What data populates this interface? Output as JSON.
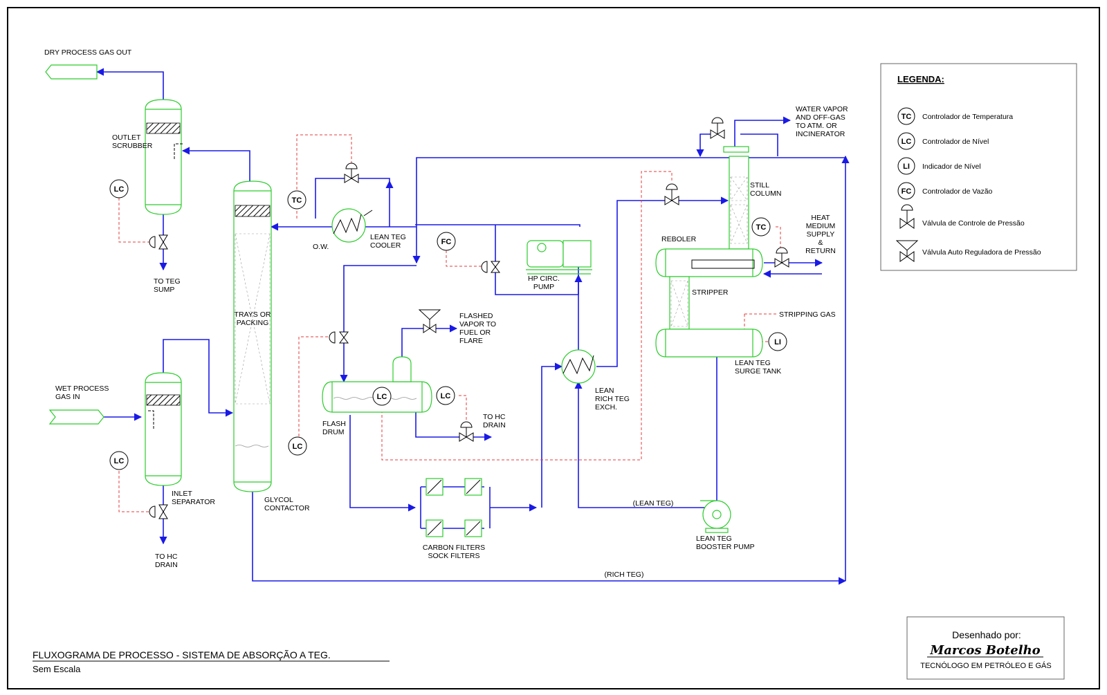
{
  "title": {
    "main": "FLUXOGRAMA DE PROCESSO  -  SISTEMA DE ABSORÇÃO A TEG.",
    "sub": "Sem Escala"
  },
  "signature": {
    "by": "Desenhado por:",
    "name": "Marcos Botelho",
    "role": "TECNÓLOGO EM PETRÓLEO E GÁS"
  },
  "legend": {
    "title": "LEGENDA:",
    "items": [
      {
        "tag": "TC",
        "text": "Controlador de Temperatura"
      },
      {
        "tag": "LC",
        "text": "Controlador de Nível"
      },
      {
        "tag": "LI",
        "text": "Indicador de Nível"
      },
      {
        "tag": "FC",
        "text": "Controlador de Vazão"
      },
      {
        "tag": "",
        "text": "Válvula de Controle de Pressão"
      },
      {
        "tag": "",
        "text": "Válvula Auto Reguladora de Pressão"
      }
    ]
  },
  "instruments": {
    "tc": "TC",
    "lc": "LC",
    "li": "LI",
    "fc": "FC"
  },
  "labels": {
    "dry_gas": "DRY PROCESS GAS OUT",
    "outlet_scrubber": [
      "OUTLET",
      "SCRUBBER"
    ],
    "to_teg_sump": [
      "TO TEG",
      "SUMP"
    ],
    "wet_gas": [
      "WET PROCESS",
      "GAS IN"
    ],
    "inlet_separator": [
      "INLET",
      "SEPARATOR"
    ],
    "to_hc_drain_1": [
      "TO HC",
      "DRAIN"
    ],
    "trays": [
      "TRAYS OR",
      "PACKING"
    ],
    "glycol_contactor": [
      "GLYCOL",
      "CONTACTOR"
    ],
    "ow": "O.W.",
    "lean_teg_cooler": [
      "LEAN TEG",
      "COOLER"
    ],
    "hp_pump": [
      "HP CIRC.",
      "PUMP"
    ],
    "flashed_vapor": [
      "FLASHED",
      "VAPOR TO",
      "FUEL OR",
      "FLARE"
    ],
    "flash_drum": [
      "FLASH",
      "DRUM"
    ],
    "to_hc_drain_2": [
      "TO HC",
      "DRAIN"
    ],
    "carbon_filters": [
      "CARBON FILTERS",
      "SOCK FILTERS"
    ],
    "exchanger": [
      "LEAN",
      "RICH TEG",
      "EXCH."
    ],
    "lean_teg_line": "(LEAN TEG)",
    "booster_pump": [
      "LEAN TEG",
      "BOOSTER PUMP"
    ],
    "rich_teg_line": "(RICH TEG)",
    "water_vapor": [
      "WATER VAPOR",
      "AND OFF-GAS",
      "TO ATM. OR",
      "INCINERATOR"
    ],
    "still_column": [
      "STILL",
      "COLUMN"
    ],
    "reboler": "REBOLER",
    "heat_medium": [
      "HEAT",
      "MEDIUM",
      "SUPPLY",
      "&",
      "RETURN"
    ],
    "stripper": "STRIPPER",
    "stripping_gas": "STRIPPING GAS",
    "surge_tank": [
      "LEAN TEG",
      "SURGE TANK"
    ]
  }
}
